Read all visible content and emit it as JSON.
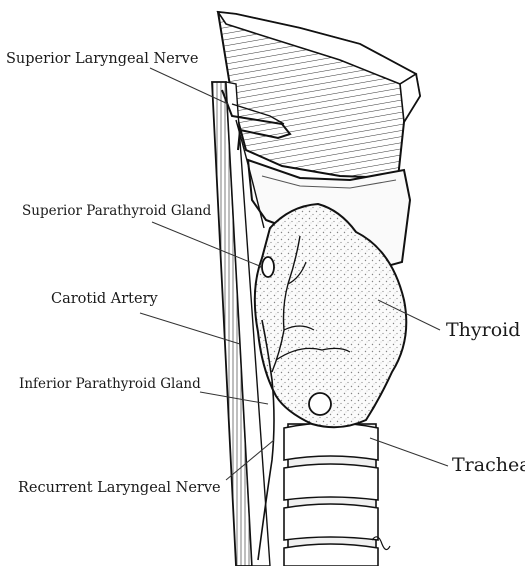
{
  "labels": {
    "superior_laryngeal_nerve": "Superior Laryngeal Nerve",
    "superior_parathyroid_gland": "Superior Parathyroid Gland",
    "carotid_artery": "Carotid Artery",
    "thyroid": "Thyroid",
    "inferior_parathyroid_gland": "Inferior Parathyroid Gland",
    "trachea": "Trachea",
    "recurrent_laryngeal_nerve": "Recurrent Laryngeal Nerve"
  },
  "colors": {
    "ink": "#1a1a1a",
    "background": "#ffffff",
    "tissue": "#f4f4f4"
  }
}
